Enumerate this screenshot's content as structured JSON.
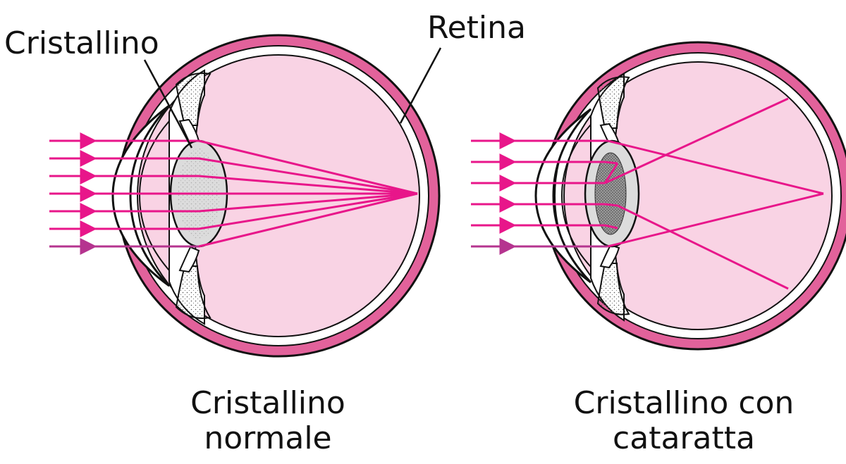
{
  "labels": {
    "lens": "Cristallino",
    "retina": "Retina"
  },
  "captions": {
    "normal_line1": "Cristallino",
    "normal_line2": "normale",
    "cataract_line1": "Cristallino con",
    "cataract_line2": "cataratta"
  },
  "colors": {
    "sclera": "#e2629b",
    "vitreous": "#f9d3e4",
    "ray": "#e8168a",
    "ray_bottom": "#b5348f",
    "lens": "#dcdcdc",
    "cataract": "#8a8a8a",
    "outline": "#111111"
  }
}
